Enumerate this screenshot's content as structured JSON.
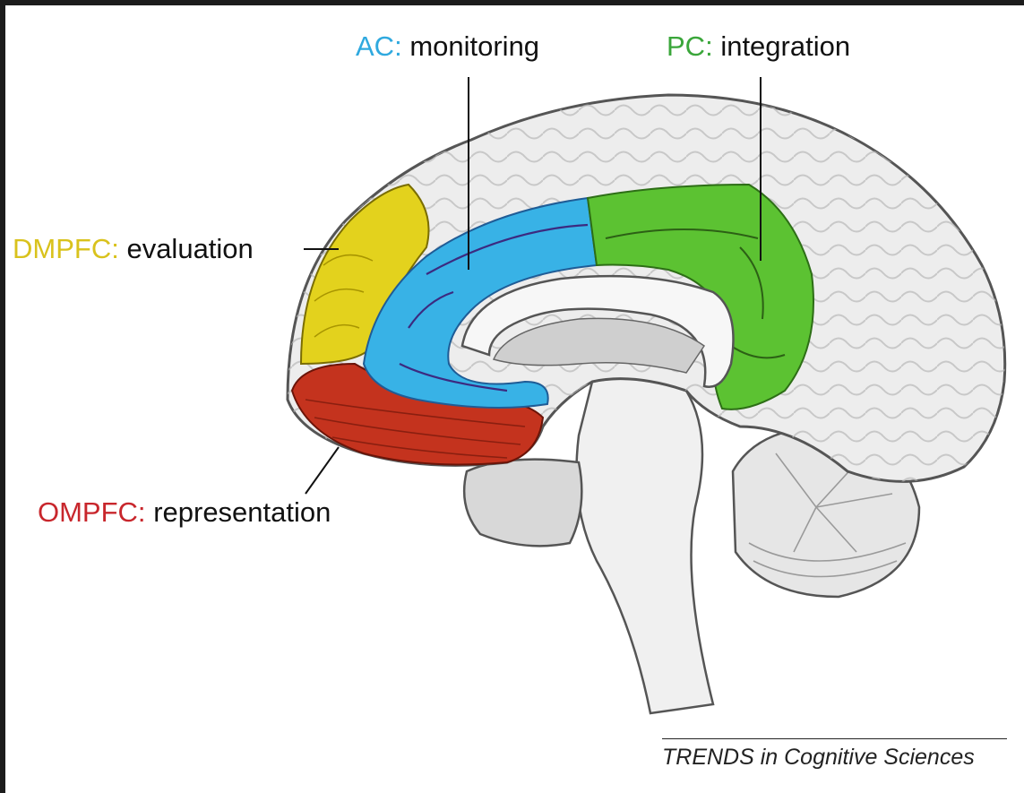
{
  "regions": [
    {
      "id": "ac",
      "abbr": "AC:",
      "function": "monitoring",
      "color": "#2fa9df"
    },
    {
      "id": "pc",
      "abbr": "PC:",
      "function": "integration",
      "color": "#3aa63a"
    },
    {
      "id": "dmpfc",
      "abbr": "DMPFC:",
      "function": "evaluation",
      "color": "#d9c21c"
    },
    {
      "id": "ompfc",
      "abbr": "OMPFC:",
      "function": "representation",
      "color": "#c8262c"
    }
  ],
  "credit": "TRENDS in Cognitive Sciences",
  "colors": {
    "frame": "#1c1c1c",
    "background": "#ffffff",
    "brain_fill": "#ececec",
    "brain_outline": "#555555",
    "ac_fill": "#38b2e6",
    "pc_fill": "#5cc232",
    "dmpfc_fill": "#e3d21d",
    "ompfc_fill": "#c4331e"
  }
}
